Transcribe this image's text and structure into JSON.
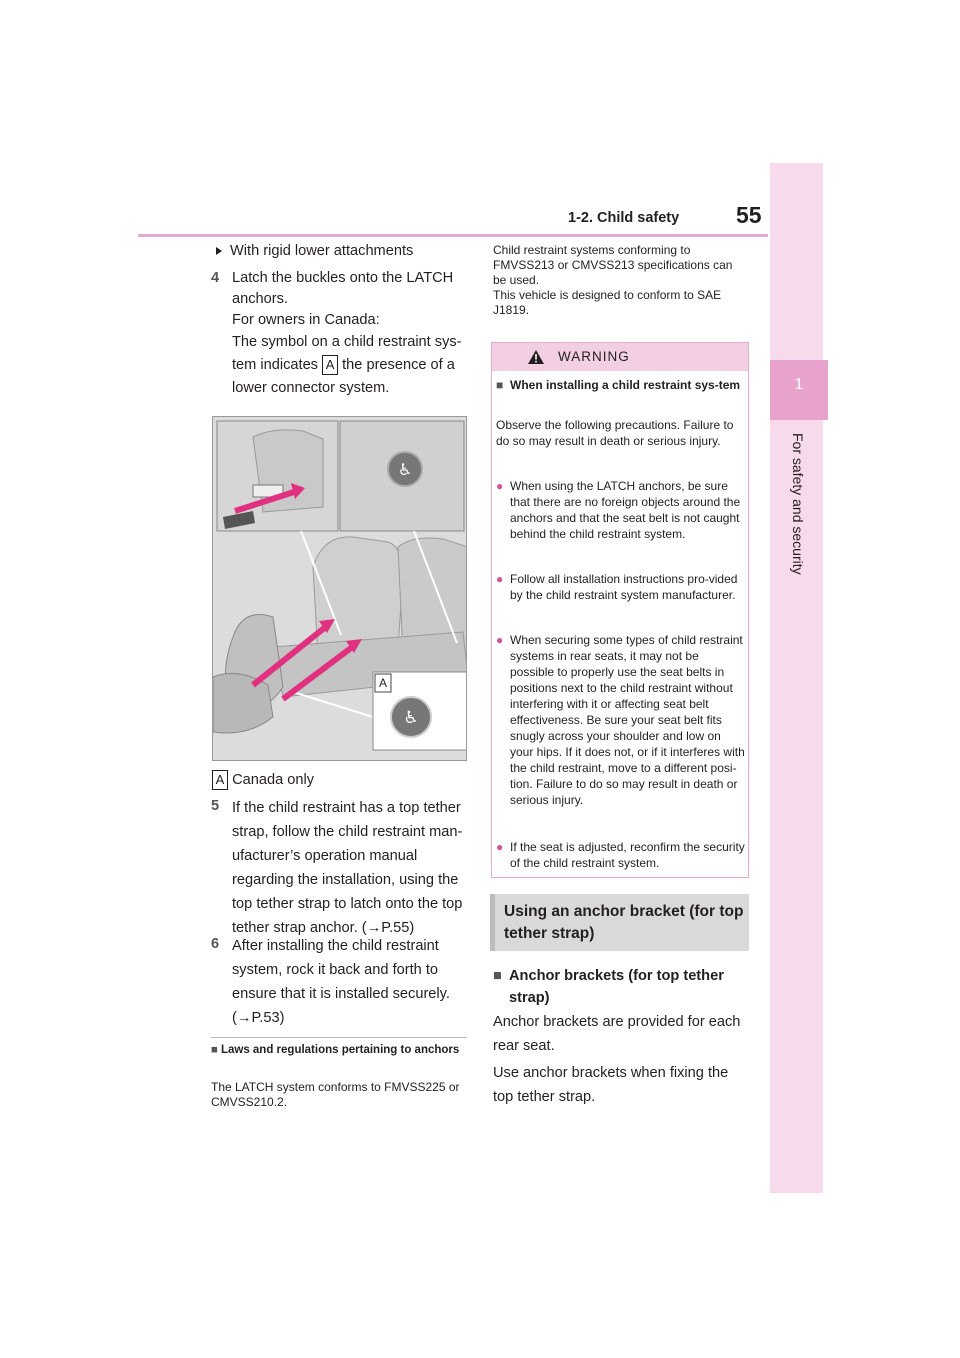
{
  "header": {
    "section": "1-2. Child safety",
    "page_number": "55"
  },
  "side_tab": {
    "chapter_number": "1",
    "chapter_title": "For safety and security"
  },
  "left": {
    "subheading": "With rigid lower attachments",
    "step4": {
      "number": "4",
      "line1": "Latch the buckles onto the LATCH anchors.",
      "line2": "For owners in Canada:",
      "line3a": "The symbol on a child restraint sys-tem indicates",
      "marker": "A",
      "line3b": "the presence of a lower connector system."
    },
    "figure": {
      "callout": "A"
    },
    "canada_marker": "A",
    "canada_label": "Canada only",
    "step5": {
      "number": "5",
      "text": "If the child restraint has a top tether strap, follow the child restraint man-ufacturer’s operation manual regarding the installation, using the top tether strap to latch onto the top tether strap anchor. (→P.55)"
    },
    "step6": {
      "number": "6",
      "text": "After installing the child restraint system, rock it back and forth to ensure that it is installed securely. (→P.53)"
    },
    "laws_heading": "Laws and regulations pertaining to anchors",
    "laws_body": "The LATCH system conforms to FMVSS225 or CMVSS210.2."
  },
  "right": {
    "intro": "Child restraint systems conforming to FMVSS213 or CMVSS213 specifications can be used.",
    "intro2": "This vehicle is designed to conform to SAE J1819.",
    "warning": {
      "title": "WARNING",
      "heading": "When installing a child restraint sys-tem",
      "para": "Observe the following precautions. Failure to do so may result in death or serious injury.",
      "items": [
        "When using the LATCH anchors, be sure that there are no foreign objects around the anchors and that the seat belt is not caught behind the child restraint system.",
        "Follow all installation instructions pro-vided by the child restraint system manufacturer.",
        "When securing some types of child restraint systems in rear seats, it may not be possible to properly use the seat belts in positions next to the child restraint without interfering with it or affecting seat belt effectiveness. Be sure your seat belt fits snugly across your shoulder and low on your hips. If it does not, or if it interferes with the child restraint, move to a different posi-tion. Failure to do so may result in death or serious injury.",
        "If the seat is adjusted, reconfirm the security of the child restraint system."
      ]
    },
    "section_title": "Using an anchor bracket (for top tether strap)",
    "anchor_heading": "Anchor brackets (for top tether strap)",
    "anchor_p1": "Anchor brackets are provided for each rear seat.",
    "anchor_p2": "Use anchor brackets when fixing the top tether strap."
  },
  "colors": {
    "accent_pink": "#e3a9cf",
    "tab_pink": "#e8a3cc",
    "bullet_pink": "#d1549f"
  }
}
